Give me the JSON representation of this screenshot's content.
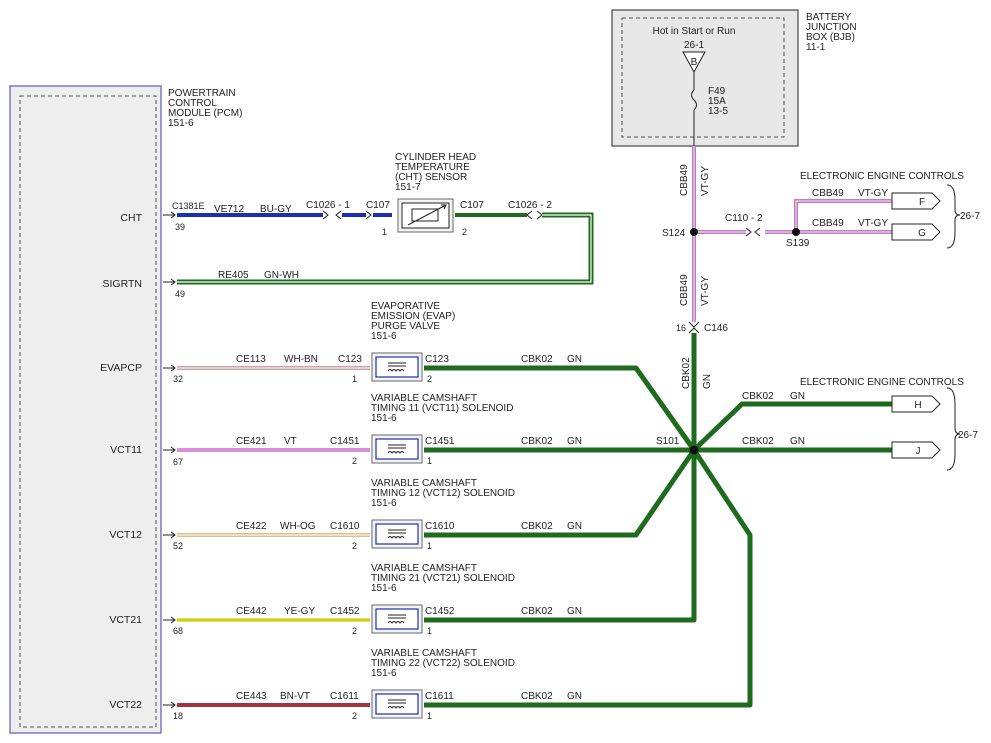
{
  "pcm": {
    "name_lines": [
      "POWERTRAIN",
      "CONTROL",
      "MODULE (PCM)",
      "151-6"
    ],
    "signals": [
      {
        "label": "CHT",
        "pin": "39",
        "connector": "C1381E"
      },
      {
        "label": "SIGRTN",
        "pin": "49",
        "connector": ""
      },
      {
        "label": "EVAPCP",
        "pin": "32",
        "connector": ""
      },
      {
        "label": "VCT11",
        "pin": "67",
        "connector": ""
      },
      {
        "label": "VCT12",
        "pin": "52",
        "connector": ""
      },
      {
        "label": "VCT21",
        "pin": "68",
        "connector": ""
      },
      {
        "label": "VCT22",
        "pin": "18",
        "connector": ""
      }
    ]
  },
  "cht": {
    "name_lines": [
      "CYLINDER HEAD",
      "TEMPERATURE",
      "(CHT) SENSOR",
      "151-7"
    ],
    "pin1": "1",
    "pin2": "2",
    "conn_left": "C107",
    "conn_right": "C107",
    "inline_left": "C1026 - 1",
    "inline_right": "C1026 - 2",
    "circuit": "VE712",
    "color": "BU-GY",
    "return_circuit": "RE405",
    "return_color": "GN-WH"
  },
  "solenoids": [
    {
      "name_lines": [
        "EVAPORATIVE",
        "EMISSION (EVAP)",
        "PURGE VALVE",
        "151-6"
      ],
      "conn": "C123",
      "pin_left": "1",
      "pin_right": "2",
      "circuit": "CE113",
      "color": "WH-BN",
      "out_circuit": "CBK02",
      "out_color": "GN"
    },
    {
      "name_lines": [
        "VARIABLE CAMSHAFT",
        "TIMING 11 (VCT11) SOLENOID",
        "151-6"
      ],
      "conn": "C1451",
      "pin_left": "2",
      "pin_right": "1",
      "circuit": "CE421",
      "color": "VT",
      "out_circuit": "CBK02",
      "out_color": "GN"
    },
    {
      "name_lines": [
        "VARIABLE CAMSHAFT",
        "TIMING 12 (VCT12) SOLENOID",
        "151-6"
      ],
      "conn": "C1610",
      "pin_left": "2",
      "pin_right": "1",
      "circuit": "CE422",
      "color": "WH-OG",
      "out_circuit": "CBK02",
      "out_color": "GN"
    },
    {
      "name_lines": [
        "VARIABLE CAMSHAFT",
        "TIMING 21 (VCT21) SOLENOID",
        "151-6"
      ],
      "conn": "C1452",
      "pin_left": "2",
      "pin_right": "1",
      "circuit": "CE442",
      "color": "YE-GY",
      "out_circuit": "CBK02",
      "out_color": "GN"
    },
    {
      "name_lines": [
        "VARIABLE CAMSHAFT",
        "TIMING 22 (VCT22) SOLENOID",
        "151-6"
      ],
      "conn": "C1611",
      "pin_left": "2",
      "pin_right": "1",
      "circuit": "CE443",
      "color": "BN-VT",
      "out_circuit": "CBK02",
      "out_color": "GN"
    }
  ],
  "bjb": {
    "name_lines": [
      "BATTERY",
      "JUNCTION",
      "BOX (BJB)",
      "11-1"
    ],
    "hot_label": "Hot in Start or Run",
    "terminal": "26-1",
    "terminal_letter": "B",
    "fuse_lines": [
      "F49",
      "15A",
      "13-5"
    ]
  },
  "splices": {
    "s124": "S124",
    "s139": "S139",
    "s101": "S101",
    "c110": "C110 - 2",
    "c146": "C146",
    "c146_pin": "16",
    "cbb49": "CBB49",
    "vtgy": "VT-GY",
    "cbk02": "CBK02",
    "gn": "GN"
  },
  "eec": {
    "title": "ELECTRONIC ENGINE CONTROLS",
    "page_ref": "26-7",
    "upper": [
      {
        "letter": "F",
        "circuit": "CBB49",
        "color": "VT-GY"
      },
      {
        "letter": "G",
        "circuit": "CBB49",
        "color": "VT-GY"
      }
    ],
    "lower": [
      {
        "letter": "H",
        "circuit": "CBK02",
        "color": "GN"
      },
      {
        "letter": "J",
        "circuit": "CBK02",
        "color": "GN"
      }
    ]
  },
  "wire_colors": {
    "blue": "#1a2fb8",
    "green": "#1e6b1e",
    "violet": "#c27bc9",
    "wh_bn": "#caa39e",
    "wh_og": "#e0c087",
    "ye_gy": "#e6e63a",
    "bn_vt": "#a0343a",
    "border": "#5c5cb8"
  }
}
